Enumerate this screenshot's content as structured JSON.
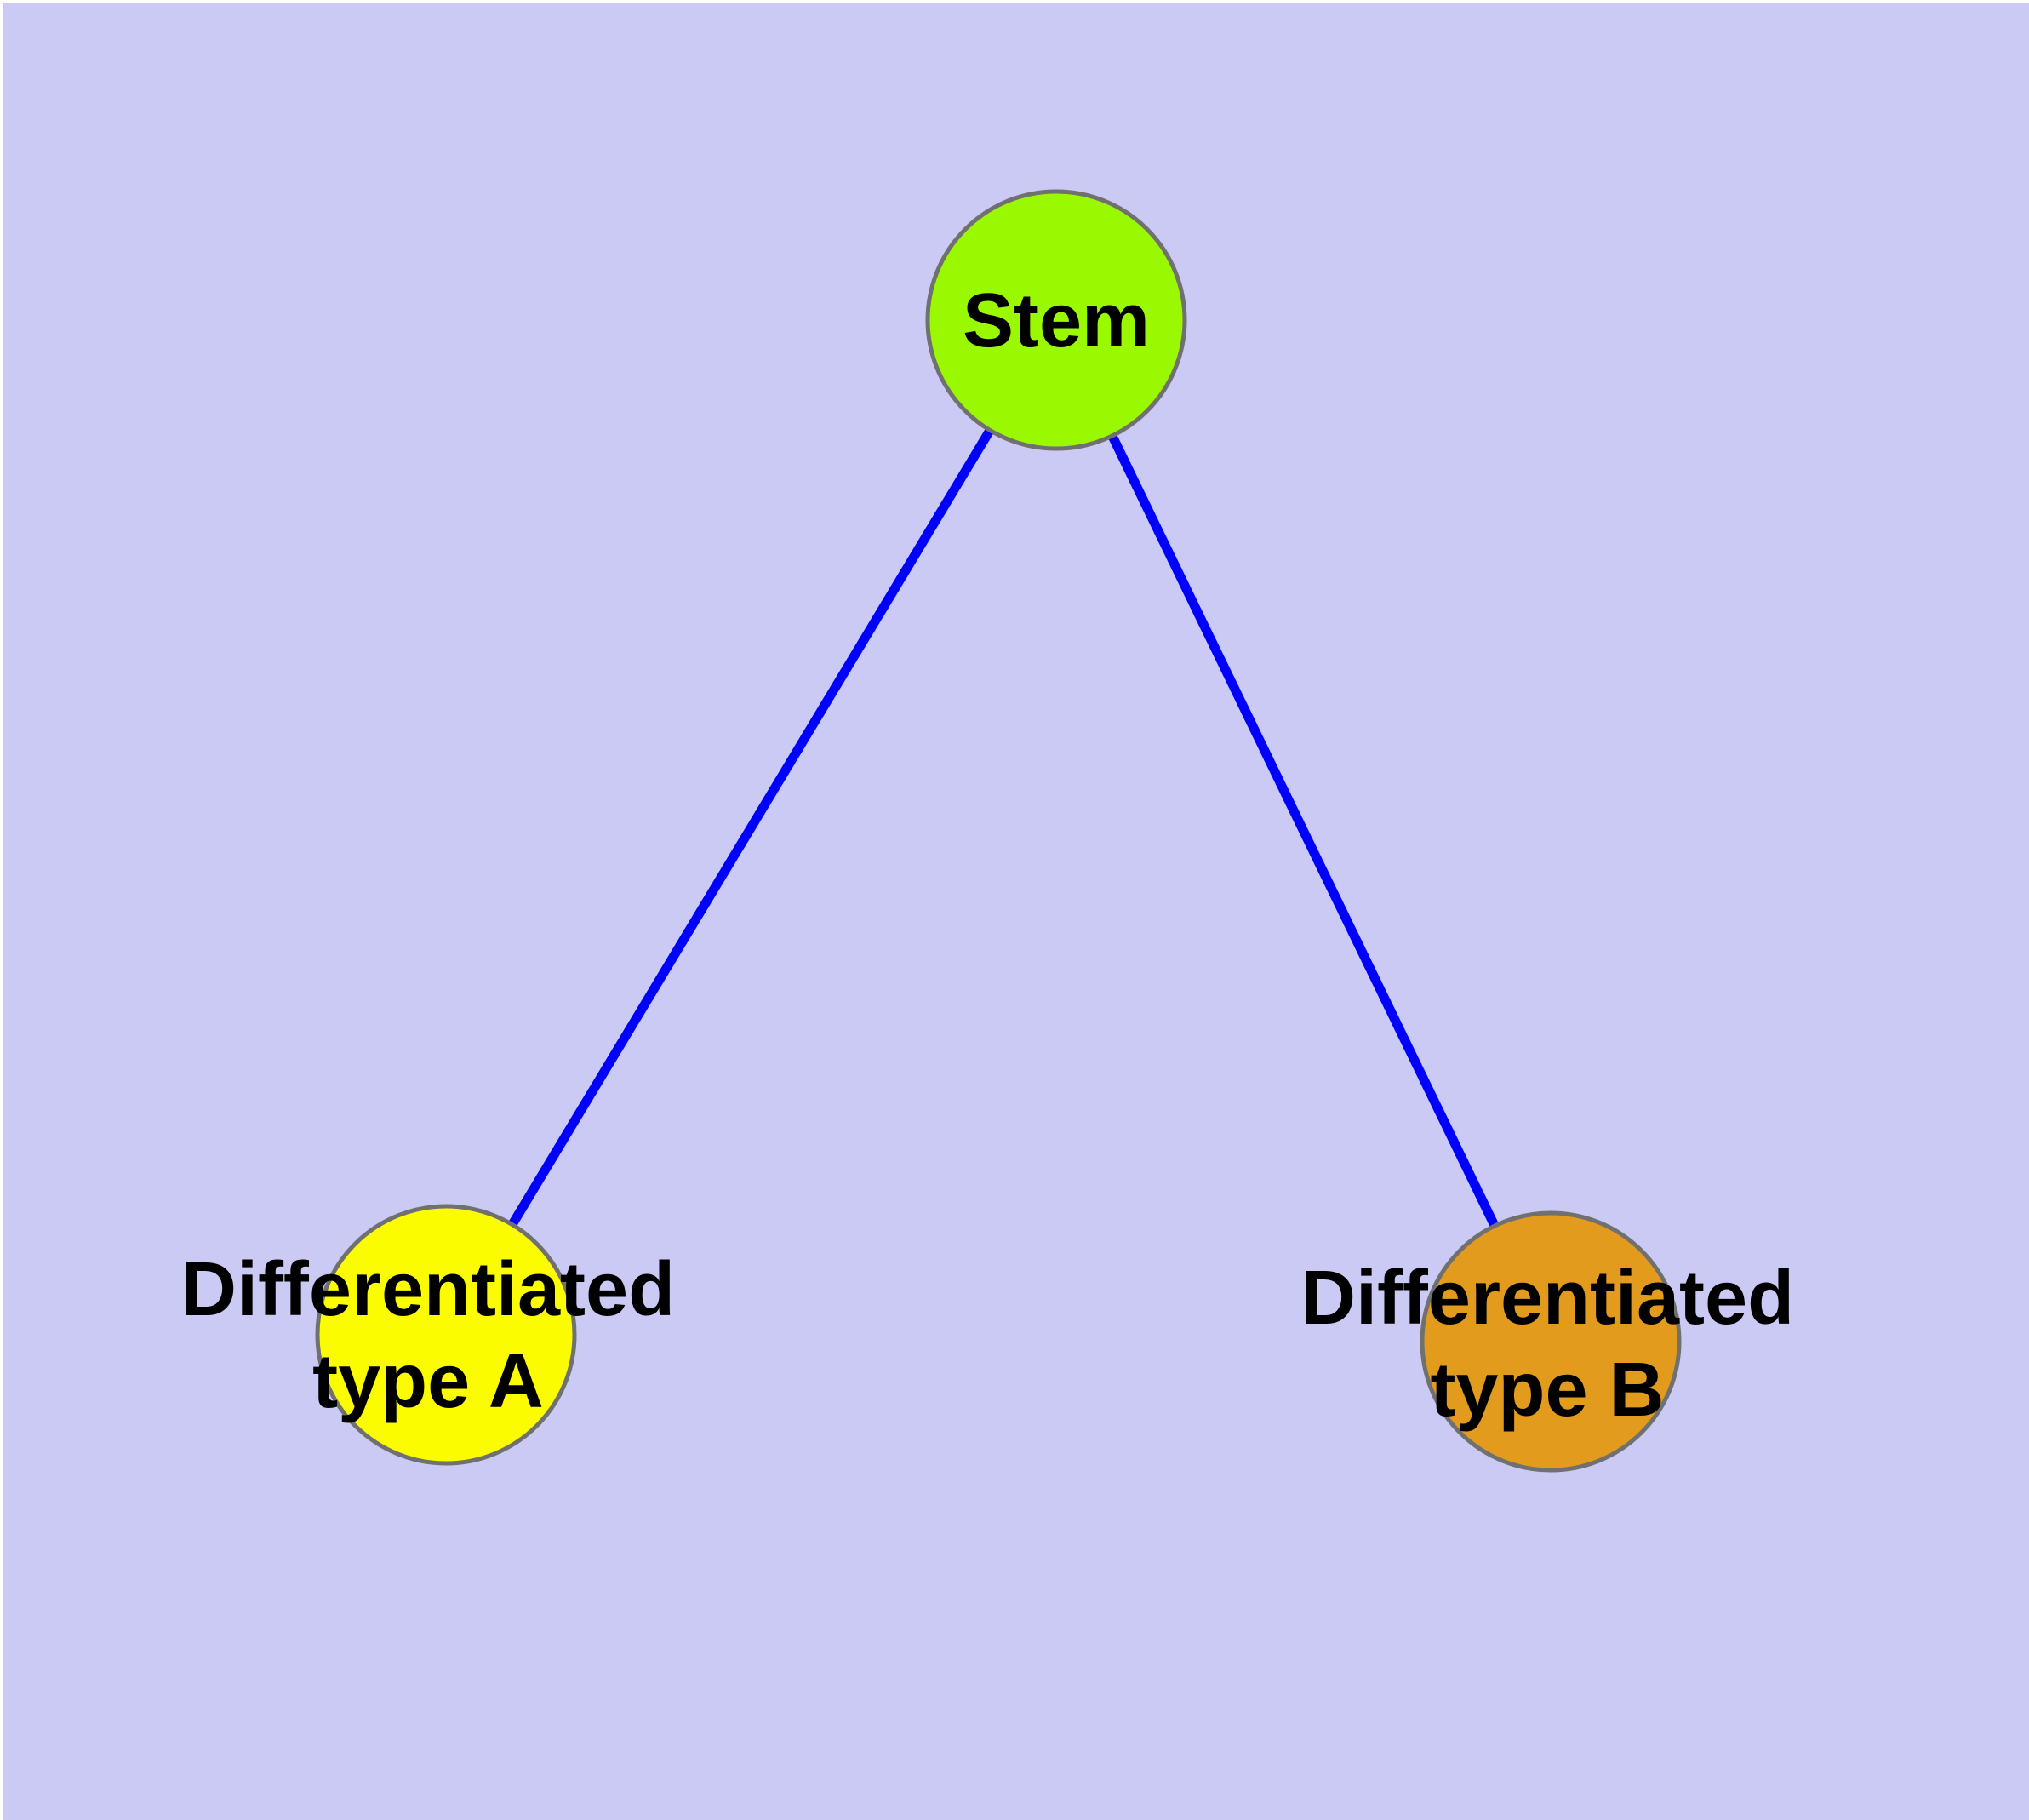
{
  "diagram": {
    "background_color": "#CACAF4",
    "edge_color": "#0000FF",
    "node_border_color": "#707070",
    "text_color": "#000000",
    "nodes": [
      {
        "id": "stem",
        "label": "Stem",
        "label_lines": [
          "Stem"
        ],
        "color": "#9AF900"
      },
      {
        "id": "type-a",
        "label": "Differentiated type A",
        "label_lines": [
          "Differentiated",
          "type A"
        ],
        "color": "#FCFC00"
      },
      {
        "id": "type-b",
        "label": "Differentiated type B",
        "label_lines": [
          "Differentiated",
          "type B"
        ],
        "color": "#E39B1E"
      }
    ],
    "edges": [
      {
        "from": "Stem",
        "to": "Differentiated type A"
      },
      {
        "from": "Stem",
        "to": "Differentiated type B"
      }
    ]
  }
}
